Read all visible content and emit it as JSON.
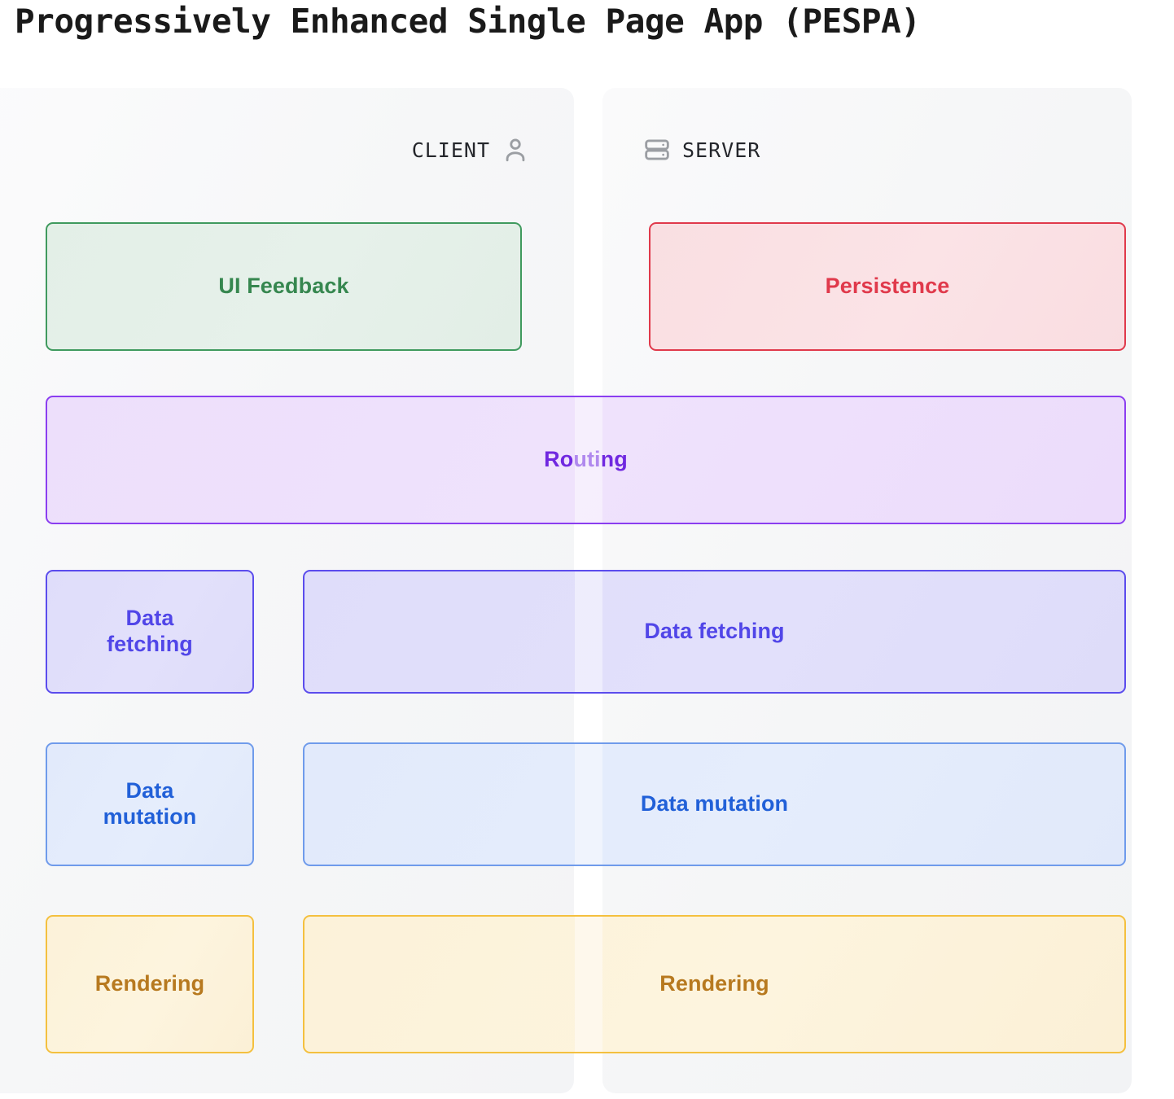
{
  "title": "Progressively Enhanced Single Page App (PESPA)",
  "columns": [
    {
      "label": "CLIENT",
      "icon": "user-icon"
    },
    {
      "label": "SERVER",
      "icon": "server-icon"
    }
  ],
  "colors": {
    "green_border": "#3f9a5e",
    "green_text": "#36874f",
    "green_fill": "#e4f0e7",
    "red_border": "#e0394b",
    "red_text": "#e0394b",
    "red_fill": "#fae0e3",
    "purple_border": "#8b3ef0",
    "purple_text": "#7028e0",
    "purple_fill": "#ecdefb",
    "indigo_border": "#5b4ced",
    "indigo_text": "#5146e8",
    "indigo_fill": "#dfddfa",
    "blue_border": "#6f9beb",
    "blue_text": "#2160d8",
    "blue_fill": "#e3ebfb",
    "amber_border": "#f4c03f",
    "amber_text": "#b7791f",
    "amber_fill": "#fcf2da"
  },
  "rows": [
    {
      "name": "feedback",
      "client": {
        "label": "UI Feedback",
        "color": "green"
      },
      "server": {
        "label": "Persistence",
        "color": "red"
      }
    },
    {
      "name": "routing",
      "full": {
        "label": "Routing",
        "color": "purple"
      }
    },
    {
      "name": "data-fetching",
      "client": {
        "label": "Data\nfetching",
        "color": "indigo"
      },
      "server": {
        "label": "Data fetching",
        "color": "indigo"
      }
    },
    {
      "name": "data-mutation",
      "client": {
        "label": "Data\nmutation",
        "color": "blue"
      },
      "server": {
        "label": "Data mutation",
        "color": "blue"
      }
    },
    {
      "name": "rendering",
      "client": {
        "label": "Rendering",
        "color": "amber"
      },
      "server": {
        "label": "Rendering",
        "color": "amber"
      }
    }
  ]
}
